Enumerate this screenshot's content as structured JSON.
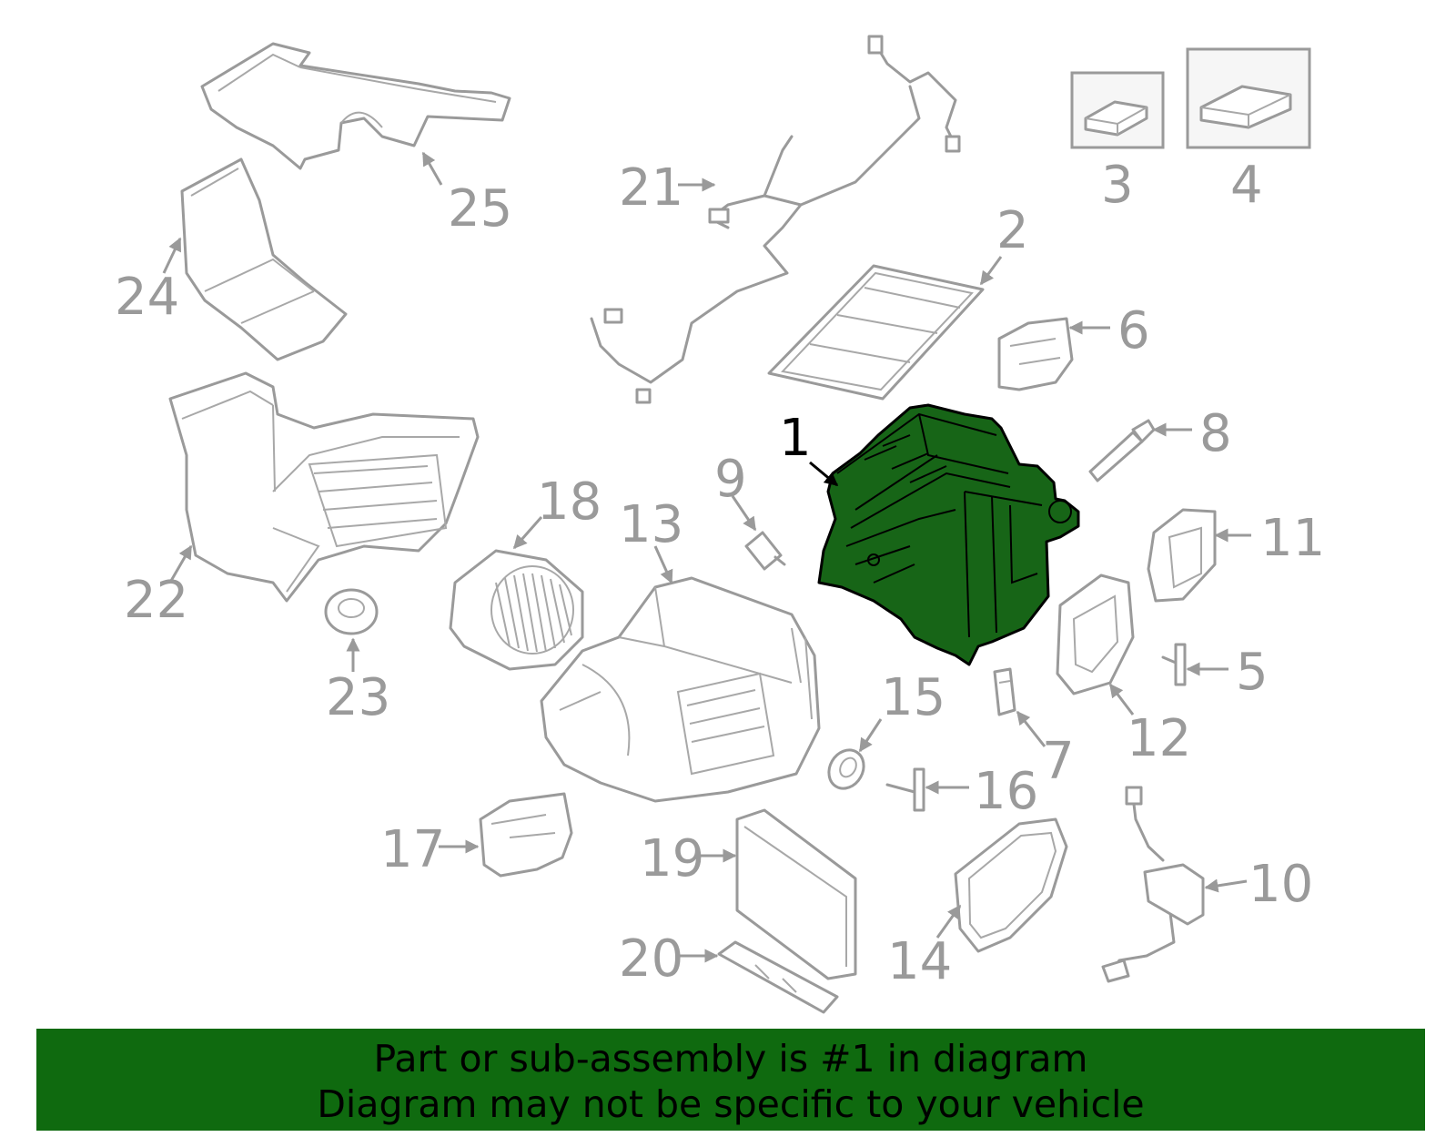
{
  "diagram": {
    "highlighted_part": "1",
    "highlight_color": "#176517",
    "callouts": [
      "1",
      "2",
      "3",
      "4",
      "5",
      "6",
      "7",
      "8",
      "9",
      "10",
      "11",
      "12",
      "13",
      "14",
      "15",
      "16",
      "17",
      "18",
      "19",
      "20",
      "21",
      "22",
      "23",
      "24",
      "25"
    ]
  },
  "caption": {
    "line1": "Part or sub-assembly is #1 in diagram",
    "line2": "Diagram may not be specific to your vehicle",
    "background_color": "#0f6a0f"
  }
}
